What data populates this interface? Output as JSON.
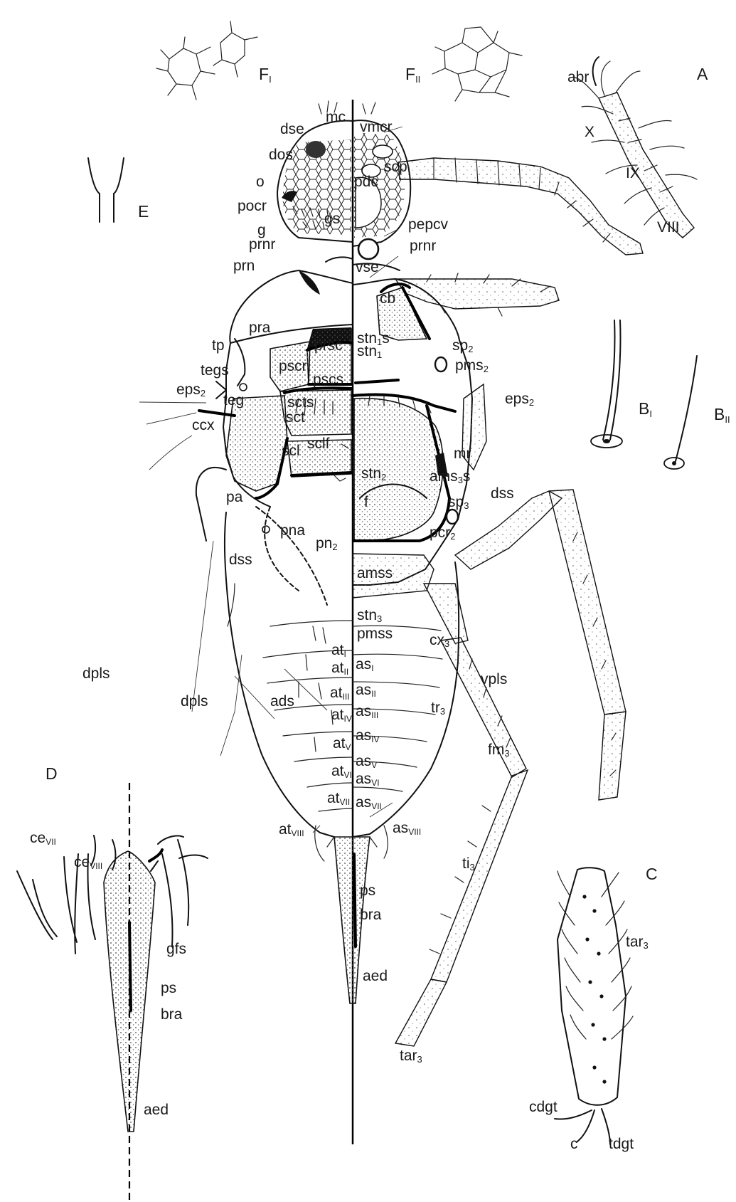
{
  "figure": {
    "panel_labels": {
      "A": "A",
      "B1": "B",
      "B1_sub": "I",
      "B2": "B",
      "B2_sub": "II",
      "C": "C",
      "D": "D",
      "E": "E",
      "F1": "F",
      "F1_sub": "I",
      "F2": "F",
      "F2_sub": "II"
    },
    "antenna_labels": {
      "abr": "abr",
      "X": "X",
      "IX": "IX",
      "VIII": "VIII"
    },
    "head_labels": {
      "mc": "mc",
      "vmcr": "vmcr",
      "dse": "dse",
      "dos": "dos",
      "o": "o",
      "pocr": "pocr",
      "g": "g",
      "gs": "gs",
      "scp": "scp",
      "pdc": "pdc",
      "pepcv": "pepcv",
      "prnr_left": "prnr",
      "prnr_right": "prnr",
      "prn": "prn",
      "vse": "vse"
    },
    "thorax_labels": {
      "cb": "cb",
      "pra": "pra",
      "prsc": "prsc",
      "stn1s": "stn",
      "stn1s_sub": "1",
      "stn1s_tail": "s",
      "stn1": "stn",
      "stn1_sub": "1",
      "tp": "tp",
      "sp2": "sp",
      "sp2_sub": "2",
      "pms2": "pms",
      "pms2_sub": "2",
      "tegs": "tegs",
      "pscr": "pscr",
      "pscs": "pscs",
      "eps2_left": "eps",
      "eps2_left_sub": "2",
      "eps2_right": "eps",
      "eps2_right_sub": "2",
      "teg": "teg",
      "scts": "scts",
      "sct": "sct",
      "ccx": "ccx",
      "mr": "mr",
      "scl": "scl",
      "sclf": "sclf",
      "stn2": "stn",
      "stn2_sub": "2",
      "ams3s": "ams",
      "ams3s_sub": "3",
      "ams3s_tail": "s",
      "dss_right": "dss",
      "pa": "pa",
      "f": "f",
      "sp3": "sp",
      "sp3_sub": "3",
      "pna": "pna",
      "pcr2": "pcr",
      "pcr2_sub": "2",
      "pn2": "pn",
      "pn2_sub": "2",
      "dss_left": "dss",
      "amss": "amss",
      "stn3": "stn",
      "stn3_sub": "3",
      "pmss": "pmss",
      "cx3": "cx",
      "cx3_sub": "3"
    },
    "abdomen_labels": {
      "dpls_far": "dpls",
      "dpls": "dpls",
      "ads": "ads",
      "vpls": "vpls",
      "tr3": "tr",
      "tr3_sub": "3",
      "fm3": "fm",
      "fm3_sub": "3",
      "ti3": "ti",
      "ti3_sub": "3",
      "tar3": "tar",
      "tar3_sub": "3",
      "ps": "ps",
      "bra": "bra",
      "aed": "aed",
      "at_I": "at",
      "at_I_sub": "I",
      "at_II": "at",
      "at_II_sub": "II",
      "at_III": "at",
      "at_III_sub": "III",
      "at_IV": "at",
      "at_IV_sub": "IV",
      "at_V": "at",
      "at_V_sub": "V",
      "at_VI": "at",
      "at_VI_sub": "VI",
      "at_VII": "at",
      "at_VII_sub": "VII",
      "at_VIII": "at",
      "at_VIII_sub": "VIII",
      "as_I": "as",
      "as_I_sub": "I",
      "as_II": "as",
      "as_II_sub": "II",
      "as_III": "as",
      "as_III_sub": "III",
      "as_IV": "as",
      "as_IV_sub": "IV",
      "as_V": "as",
      "as_V_sub": "V",
      "as_VI": "as",
      "as_VI_sub": "VI",
      "as_VII": "as",
      "as_VII_sub": "VII",
      "as_VIII": "as",
      "as_VIII_sub": "VIII"
    },
    "panel_C_labels": {
      "tar3": "tar",
      "tar3_sub": "3",
      "cdgt": "cdgt",
      "c": "c",
      "tdgt": "tdgt"
    },
    "panel_D_labels": {
      "ce7": "ce",
      "ce7_sub": "VII",
      "ce8": "ce",
      "ce8_sub": "VIII",
      "gfs": "gfs",
      "ps": "ps",
      "bra": "bra",
      "aed": "aed"
    }
  }
}
